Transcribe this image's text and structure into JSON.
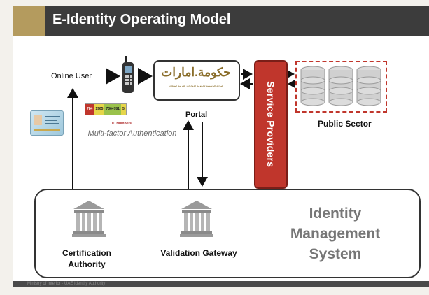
{
  "slide": {
    "title": "E-Identity Operating Model",
    "footer": "Ministry of Interior · UAE Identity Authority"
  },
  "colors": {
    "title_bar": "#3c3c3c",
    "title_accent": "#b49b5e",
    "service_providers": "#c0362c",
    "public_sector_border": "#c0362c",
    "id_segments": [
      "#c0362c",
      "#e6d64a",
      "#9ac24b",
      "#e6d64a"
    ]
  },
  "diagram": {
    "online_user": "Online User",
    "portal": {
      "label": "Portal",
      "arabic_title": "حكومة.امارات",
      "arabic_subtitle": "البوابة الرسمية لحكومة الإمارات العربية المتحدة"
    },
    "service_providers": "Service Providers",
    "public_sector": "Public Sector",
    "id_number_segments": [
      "784",
      "1965",
      "7364781",
      "5"
    ],
    "id_numbers_label": "ID Numbers",
    "multi_factor": "Multi-factor Authentication",
    "identity_management": "Identity Management System",
    "certification_authority": "Certification Authority",
    "validation_gateway": "Validation Gateway"
  },
  "icons": {
    "phone": "mobile-phone-icon",
    "id_card": "id-card-icon",
    "building": "government-building-icon",
    "database": "database-server-icon"
  }
}
